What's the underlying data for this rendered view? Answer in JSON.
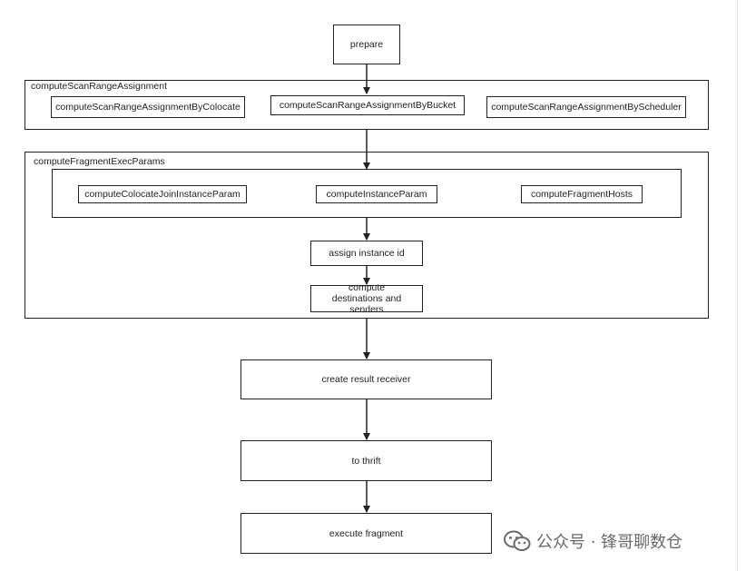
{
  "nodes": {
    "prepare": "prepare",
    "scan_group_label": "computeScanRangeAssignment",
    "scan_colocate": "computeScanRangeAssignmentByColocate",
    "scan_bucket": "computeScanRangeAssignmentByBucket",
    "scan_scheduler": "computeScanRangeAssignmentByScheduler",
    "exec_group_label": "computeFragmentExecParams",
    "colocate_join": "computeColocateJoinInstanceParam",
    "instance_param": "computeInstanceParam",
    "fragment_hosts": "computeFragmentHosts",
    "assign_instance_id": "assign instance id",
    "compute_destinations": "compute destinations and senders",
    "create_result_receiver": "create result receiver",
    "to_thrift": "to thrift",
    "execute_fragment": "execute fragment"
  },
  "watermark": {
    "text": "公众号 · 锋哥聊数仓",
    "icon": "wechat-logo-icon"
  }
}
